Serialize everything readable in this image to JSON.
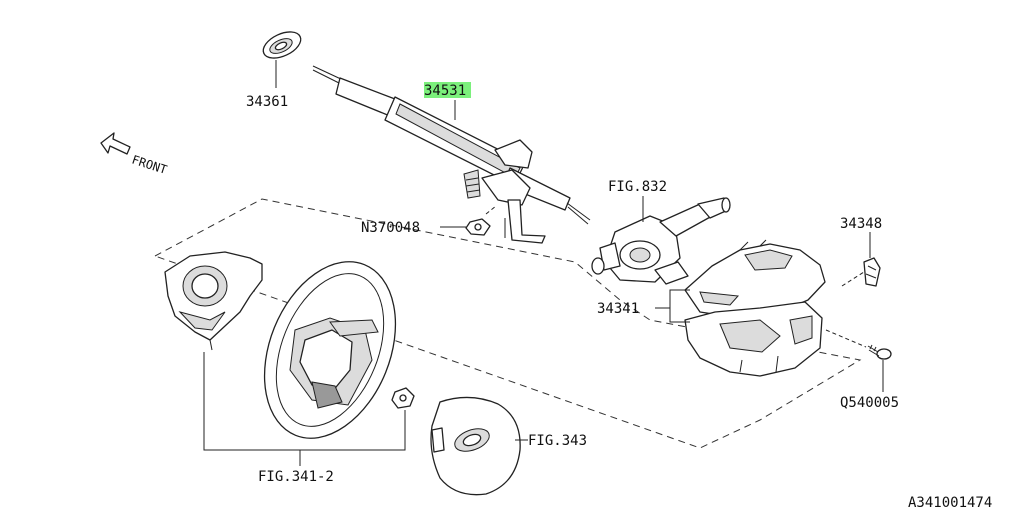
{
  "diagram": {
    "page_code": "A341001474",
    "front_label": "FRONT",
    "highlighted_label_prefix": "3453",
    "highlighted_label_suffix": "1",
    "labels": {
      "seal": "34361",
      "nut": "N370048",
      "fig_switch": "FIG.832",
      "clip": "34348",
      "cover": "34341",
      "bolt": "Q540005",
      "fig_airbag": "FIG.343",
      "fig_wheel": "FIG.341-2"
    },
    "colors": {
      "highlight": "#7cf07c",
      "line": "#222222"
    }
  }
}
